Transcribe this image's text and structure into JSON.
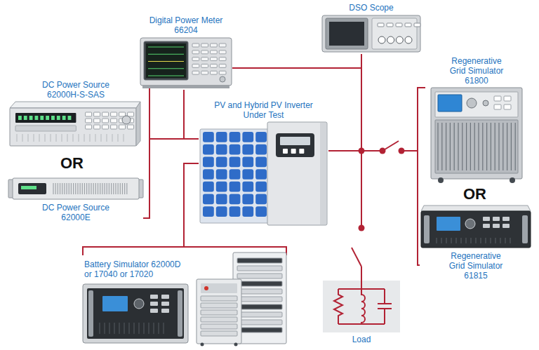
{
  "diagram": {
    "nodes": [
      {
        "text": [
          "Digital Power Meter 66204"
        ]
      },
      {
        "text": [
          "DSO Scope"
        ]
      },
      {
        "text": [
          "DC Power Source 62000H-S-SAS"
        ]
      },
      {
        "text": [
          "PV and Hybrid PV Inverter Under Test"
        ]
      },
      {
        "text": [
          "Regenerative Grid Simulator 61800"
        ]
      },
      {
        "text": [
          "DC Power Source 62000E"
        ]
      },
      {
        "text": [
          "Regenerative Grid Simulator 61815"
        ]
      },
      {
        "text": [
          "Battery Simulator 62000D or 17040 or 17020"
        ]
      },
      {
        "text": [
          "Load"
        ]
      }
    ],
    "edges": [
      {
        "from": 2,
        "to": 3,
        "arrow": "none"
      },
      {
        "from": 5,
        "to": 3,
        "arrow": "none"
      },
      {
        "from": 0,
        "to": 3,
        "arrow": "none"
      },
      {
        "from": 7,
        "to": 3,
        "arrow": "none"
      },
      {
        "from": 0,
        "to": 3,
        "arrow": "none"
      },
      {
        "from": 1,
        "to": 3,
        "arrow": "none"
      },
      {
        "from": 3,
        "to": 4,
        "arrow": "none"
      },
      {
        "from": 3,
        "to": 6,
        "arrow": "none"
      },
      {
        "from": 3,
        "to": 8,
        "arrow": "none"
      }
    ],
    "labels": [
      "OR",
      "OR"
    ]
  }
}
